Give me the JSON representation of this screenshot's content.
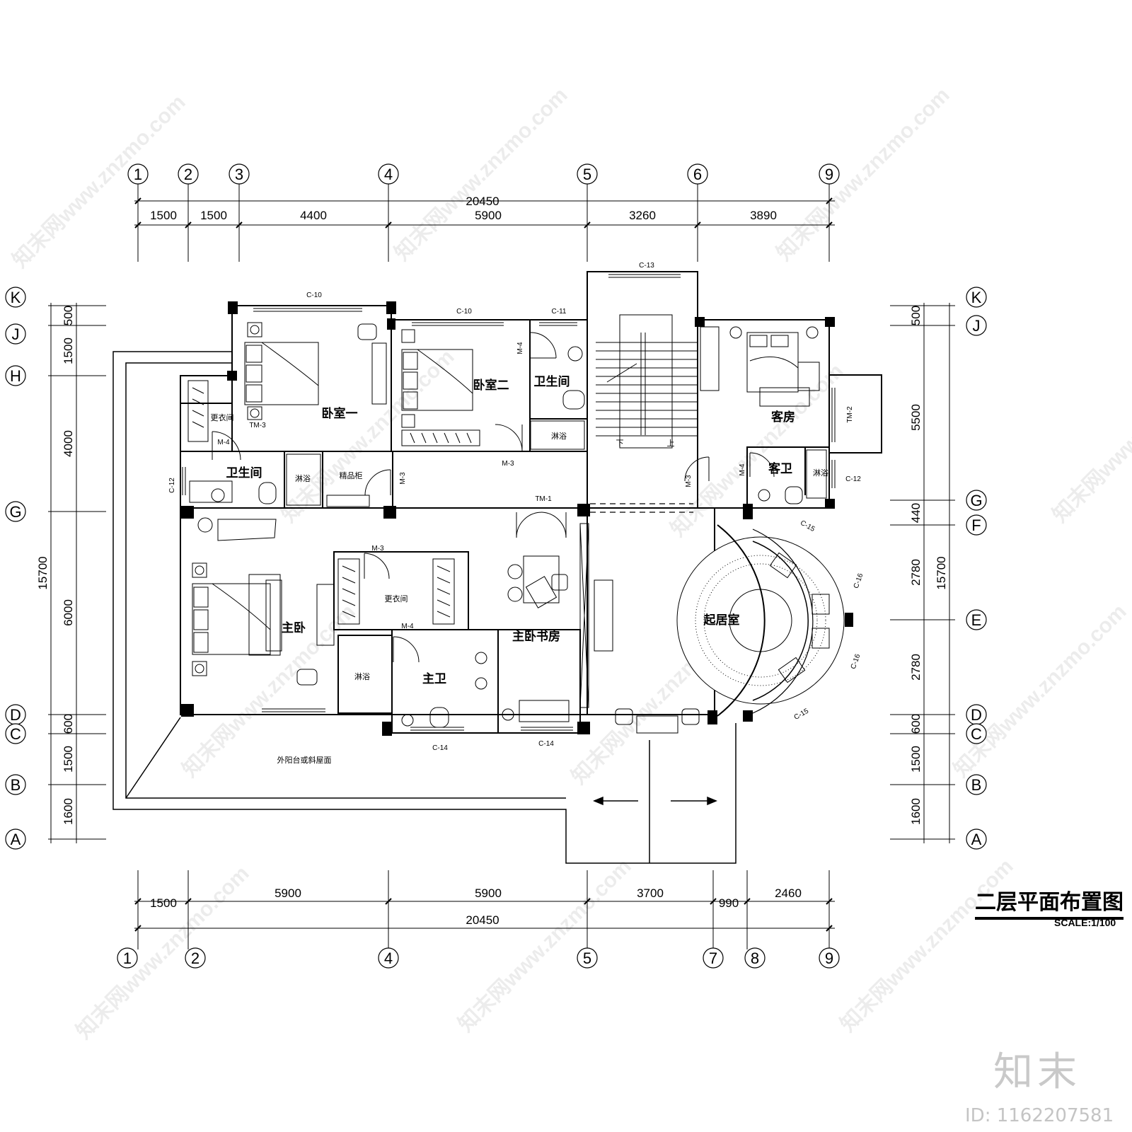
{
  "drawing": {
    "title": "二层平面布置图",
    "scale": "SCALE:1/100",
    "site_logo": "知末",
    "id_label": "ID: 1162207581",
    "watermark": "知末网www.znzmo.com"
  },
  "axes": {
    "top": [
      "1",
      "2",
      "3",
      "4",
      "5",
      "6",
      "9"
    ],
    "bottom": [
      "1",
      "2",
      "4",
      "5",
      "7",
      "8",
      "9"
    ],
    "left": [
      "K",
      "J",
      "H",
      "G",
      "D",
      "C",
      "B",
      "A"
    ],
    "right": [
      "K",
      "J",
      "G",
      "F",
      "E",
      "D",
      "C",
      "B",
      "A"
    ]
  },
  "dimensions": {
    "top_total": "20450",
    "top_segments": [
      "1500",
      "1500",
      "4400",
      "5900",
      "3260",
      "3890"
    ],
    "bottom_segments": [
      "1500",
      "5900",
      "5900",
      "3700",
      "990",
      "2460"
    ],
    "bottom_total": "20450",
    "left_total": "15700",
    "left_segments": [
      "500",
      "1500",
      "4000",
      "6000",
      "600",
      "1500",
      "1600"
    ],
    "right_total": "15700",
    "right_segments": [
      "500",
      "5500",
      "440",
      "2780",
      "2780",
      "600",
      "1500",
      "1600"
    ]
  },
  "rooms": {
    "bedroom1": "卧室一",
    "bedroom2": "卧室二",
    "bath_upper": "卫生间",
    "bath_left": "卫生间",
    "guest_room": "客房",
    "guest_bath": "客卫",
    "master_bedroom": "主卧",
    "master_study": "主卧书房",
    "master_bath": "主卫",
    "living_room": "起居室",
    "closet_upper": "更衣间",
    "closet_master": "更衣间",
    "shower": "淋浴",
    "storage": "精品柜",
    "terrace": "外阳台或斜屋面",
    "stair_down": "下",
    "stair_up": "上"
  },
  "labels": {
    "c10": "C-10",
    "c11": "C-11",
    "c12": "C-12",
    "c13": "C-13",
    "c14": "C-14",
    "c15": "C-15",
    "c16": "C-16",
    "m2": "TM-2",
    "m3": "M-3",
    "m4": "M-4",
    "tm1": "TM-1",
    "tm3": "TM-3"
  }
}
